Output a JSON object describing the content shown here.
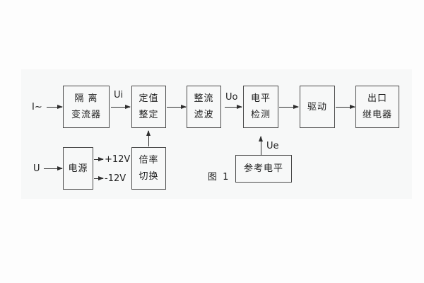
{
  "figure": {
    "caption": "图 1",
    "inputs": {
      "current_input": "I~",
      "voltage_input": "U"
    },
    "signals": {
      "ui": "Ui",
      "uo": "Uo",
      "ue": "Ue",
      "plus_12v": "+12V",
      "minus_12v": "-12V"
    },
    "blocks": {
      "isolation": {
        "line1": "隔 离",
        "line2": "变流器"
      },
      "setting": {
        "line1": "定值",
        "line2": "整定"
      },
      "rectifier": {
        "line1": "整流",
        "line2": "滤波"
      },
      "level": {
        "line1": "电平",
        "line2": "检测"
      },
      "drive": {
        "label": "驱动"
      },
      "output": {
        "line1": "出口",
        "line2": "继电器"
      },
      "power": {
        "label": "电源"
      },
      "ratio": {
        "line1": "倍率",
        "line2": "切换"
      },
      "reference": {
        "label": "参考电平"
      }
    }
  }
}
